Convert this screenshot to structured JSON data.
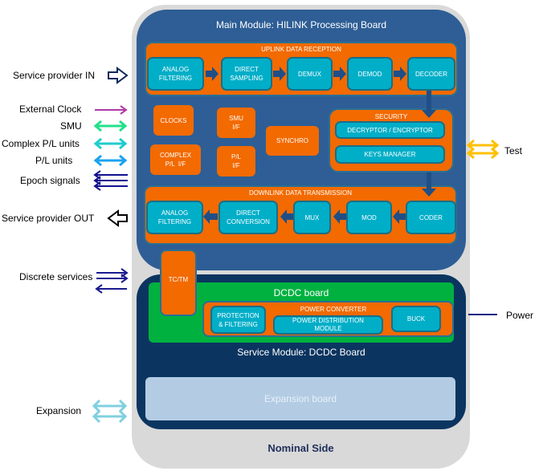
{
  "main_module": {
    "title": "Main Module: HILINK Processing Board",
    "uplink": {
      "title": "UPLINK DATA RECEPTION",
      "blocks": [
        "ANALOG\nFILTERING",
        "DIRECT\nSAMPLING",
        "DEMUX",
        "DEMOD",
        "DECODER"
      ]
    },
    "misc_blocks": {
      "clocks": "CLOCKS",
      "smu_if": "SMU\nI/F",
      "complex_pl_if": "COMPLEX\nP/L  I/F",
      "pl_if": "P/L\nI/F",
      "synchro": "SYNCHRO"
    },
    "security": {
      "title": "SECURITY",
      "blocks": [
        "DECRYPTOR / ENCRYPTOR",
        "KEYS MANAGER"
      ]
    },
    "downlink": {
      "title": "DOWNLINK DATA TRANSMISSION",
      "blocks": [
        "ANALOG\nFILTERING",
        "DIRECT\nCONVERSION",
        "MUX",
        "MOD",
        "CODER"
      ]
    }
  },
  "tc_tm": "TC/TM",
  "service_module": {
    "title": "Service Module: DCDC Board",
    "dcdc_board": "DCDC board",
    "power_converter": {
      "title": "POWER CONVERTER",
      "blocks": [
        "PROTECTION\n& FILTERING",
        "POWER DISTRIBUTION\nMODULE",
        "BUCK"
      ]
    }
  },
  "expansion_board": "Expansion board",
  "side_label": "Nominal Side",
  "left_interfaces": [
    {
      "label": "Service provider IN",
      "icon": "hollow-arrow-right",
      "color": "#0b2a5a"
    },
    {
      "label": "External  Clock",
      "icon": "arrow-right",
      "color": "#b03aa8"
    },
    {
      "label": "SMU",
      "icon": "double-arrow",
      "color": "#22e08a"
    },
    {
      "label": "Complex  P/L units",
      "icon": "double-arrow",
      "color": "#1ecdd0"
    },
    {
      "label": "P/L units",
      "icon": "double-arrow",
      "color": "#1aa3f0"
    },
    {
      "label": "Epoch signals",
      "icon": "triple-arrow-left",
      "color": "#101090"
    },
    {
      "label": "Service provider OUT",
      "icon": "hollow-arrow-left",
      "color": "#000000"
    },
    {
      "label": "Discrete services",
      "icon": "bidirectional-arrows",
      "color": "#1a1a90"
    },
    {
      "label": "Expansion",
      "icon": "double-bidirectional-arrow",
      "color": "#7fd0e0"
    }
  ],
  "right_interfaces": [
    {
      "label": "Test",
      "icon": "double-bidirectional-arrow",
      "color": "#ffc000"
    },
    {
      "label": "Power",
      "icon": "line",
      "color": "#0a1a80"
    }
  ]
}
